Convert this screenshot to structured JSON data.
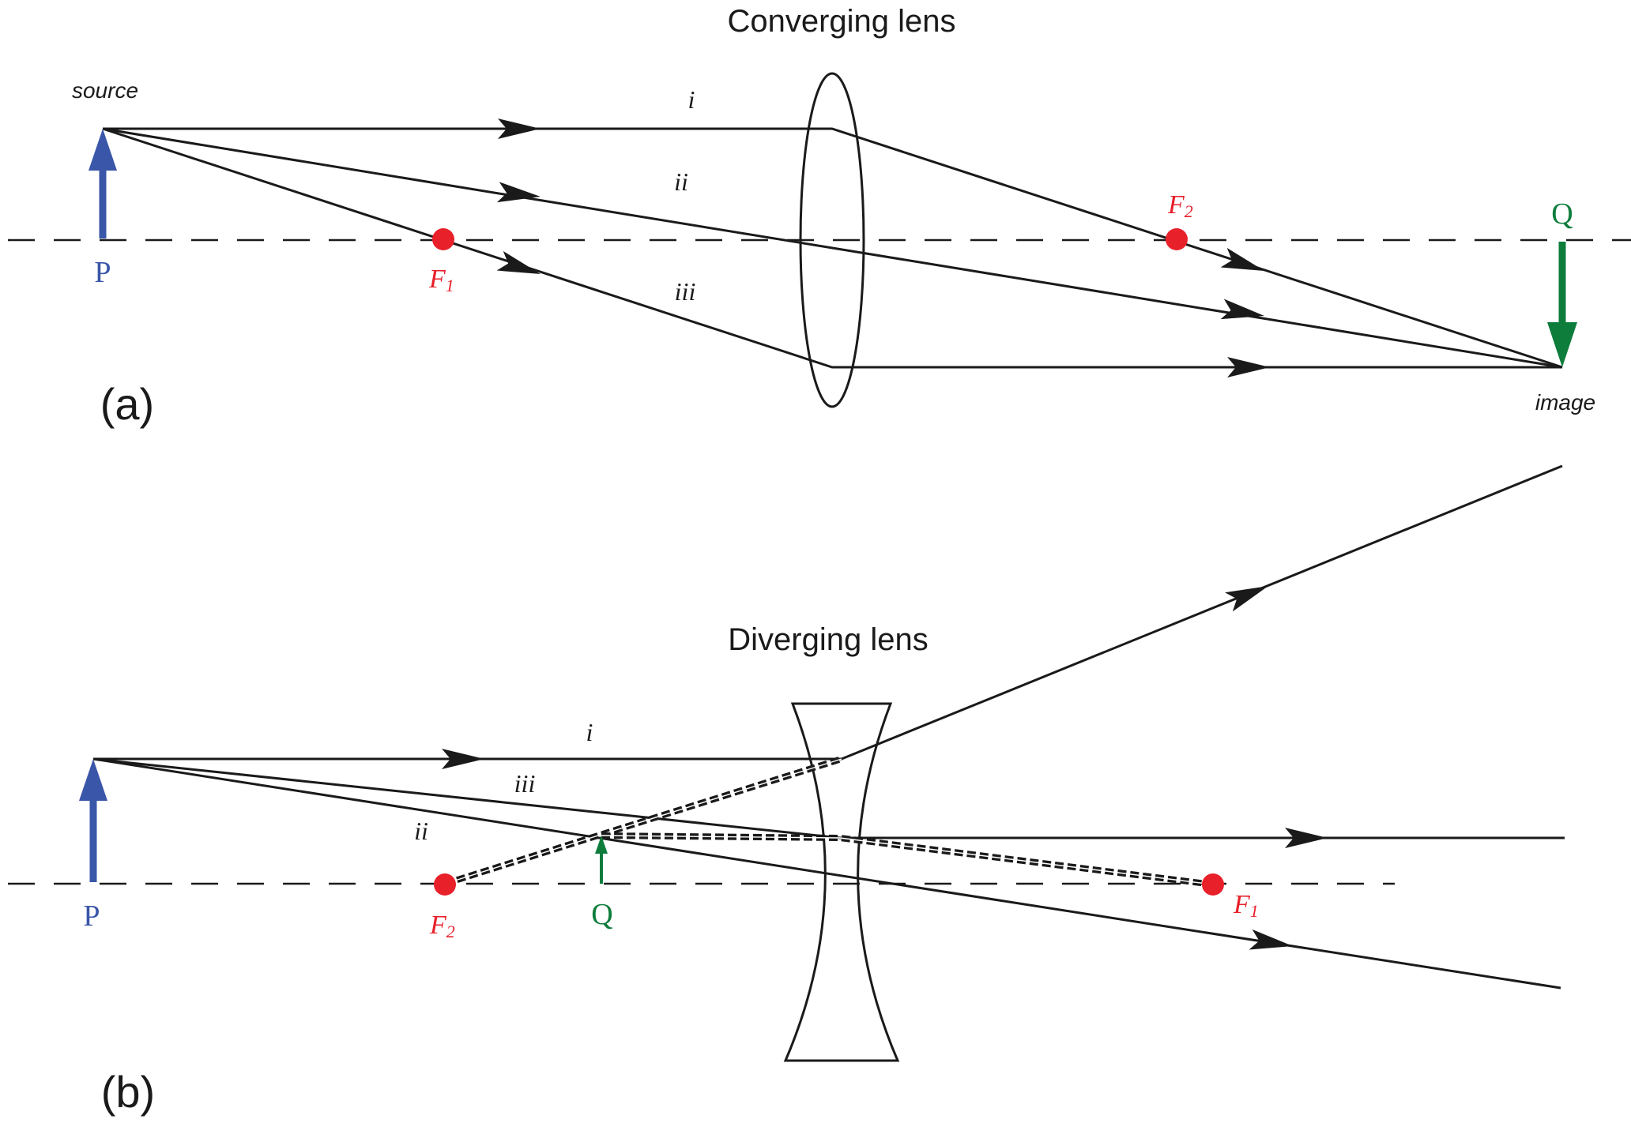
{
  "panel_a": {
    "title": "Converging lens",
    "panel_label": "(a)",
    "source_label": "source",
    "image_label": "image",
    "object_point": "P",
    "image_point": "Q",
    "focus_1": {
      "letter": "F",
      "sub": "1"
    },
    "focus_2": {
      "letter": "F",
      "sub": "2"
    },
    "rays": [
      "i",
      "ii",
      "iii"
    ]
  },
  "panel_b": {
    "title": "Diverging lens",
    "panel_label": "(b)",
    "object_point": "P",
    "image_point": "Q",
    "focus_1": {
      "letter": "F",
      "sub": "1"
    },
    "focus_2": {
      "letter": "F",
      "sub": "2"
    },
    "rays": [
      "i",
      "iii",
      "ii"
    ]
  },
  "colors": {
    "object_arrow": "#3a56a8",
    "image_arrow": "#0e7d3c",
    "focal_point": "#e8202a",
    "ray": "#1a1a1a"
  }
}
